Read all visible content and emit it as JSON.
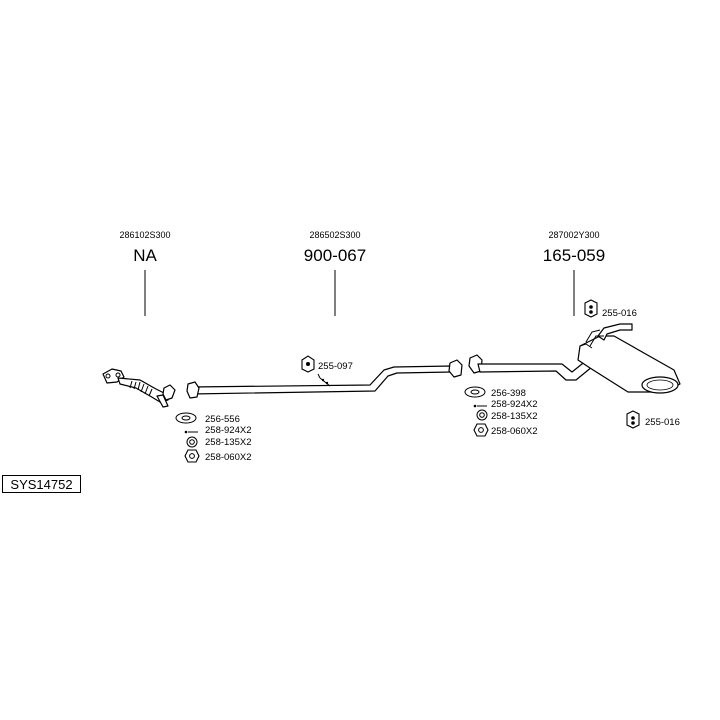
{
  "system": {
    "id": "SYS14752"
  },
  "parts": [
    {
      "oe_number": "286102S300",
      "part_number": "NA"
    },
    {
      "oe_number": "286502S300",
      "part_number": "900-067"
    },
    {
      "oe_number": "287002Y300",
      "part_number": "165-059"
    }
  ],
  "fittings": {
    "front": [
      "256-556",
      "258-924X2",
      "258-135X2",
      "258-060X2"
    ],
    "middle_hanger": "255-097",
    "rear": [
      "256-398",
      "258-924X2",
      "258-135X2",
      "258-060X2"
    ],
    "rear_hanger_top": "255-016",
    "rear_hanger_bottom": "255-016"
  },
  "colors": {
    "line": "#000000",
    "background": "#ffffff"
  },
  "icons": [
    "gasket-icon",
    "bolt-icon",
    "washer-icon",
    "nut-icon",
    "rubber-hanger-icon",
    "bracket-icon"
  ]
}
